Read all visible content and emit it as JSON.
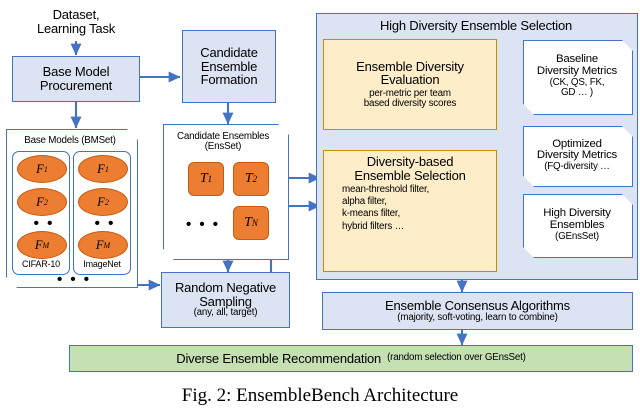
{
  "figure": {
    "caption": "Fig. 2: EnsembleBench Architecture",
    "colors": {
      "process_fill": "#dce3f2",
      "process_border": "#4472c4",
      "highlight_fill": "#fdeec9",
      "highlight_border": "#bf9000",
      "result_fill": "#c6e0b4",
      "model_fill": "#ed7d31",
      "arrow": "#4472c4"
    }
  },
  "inputs": {
    "dataset_label_line1": "Dataset,",
    "dataset_label_line2": "Learning Task"
  },
  "pipeline": {
    "base_model_procurement": {
      "line1": "Base Model",
      "line2": "Procurement"
    },
    "candidate_ensemble_formation": {
      "line1": "Candidate",
      "line2": "Ensemble",
      "line3": "Formation"
    },
    "random_negative_sampling": {
      "line1": "Random Negative",
      "line2": "Sampling",
      "line3": "(any, all, target)"
    },
    "ensemble_consensus_algorithms": {
      "line1": "Ensemble Consensus Algorithms",
      "line2": "(majority, soft-voting, learn to combine)"
    },
    "diverse_ensemble_recommendation": {
      "line1": "Diverse Ensemble Recommendation",
      "line2": "(random selection over GEnsSet)"
    }
  },
  "base_models": {
    "title": "Base Models (BMSet)",
    "ellipsis": "• • •",
    "groups": [
      {
        "name": "CIFAR-10",
        "models": [
          "F1",
          "F2",
          "FM"
        ],
        "ellipsis": "• • •"
      },
      {
        "name": "ImageNet",
        "models": [
          "F1",
          "F2",
          "FM"
        ],
        "ellipsis": "• • •"
      }
    ]
  },
  "candidate_ensembles": {
    "title_line1": "Candidate Ensembles",
    "title_line2": "(EnsSet)",
    "teams": [
      "T1",
      "T2",
      "TN"
    ],
    "ellipsis": "• • •"
  },
  "selection_panel": {
    "title": "High Diversity Ensemble Selection",
    "diversity_evaluation": {
      "line1": "Ensemble Diversity",
      "line2": "Evaluation",
      "line3": "per-metric per team",
      "line4": "based diversity scores"
    },
    "diversity_selection": {
      "line1": "Diversity-based",
      "line2": "Ensemble Selection",
      "bullets": [
        "mean-threshold filter,",
        "alpha filter,",
        "k-means filter,",
        "hybrid filters …"
      ]
    },
    "baseline_metrics": {
      "line1": "Baseline",
      "line2": "Diversity Metrics",
      "line3": "(CK, QS, FK,",
      "line4": "GD … )"
    },
    "optimized_metrics": {
      "line1": "Optimized",
      "line2": "Diversity Metrics",
      "line3": "(FQ-diversity …"
    },
    "high_diversity_ensembles": {
      "line1": "High Diversity",
      "line2": "Ensembles",
      "line3": "(GEnsSet)"
    }
  }
}
